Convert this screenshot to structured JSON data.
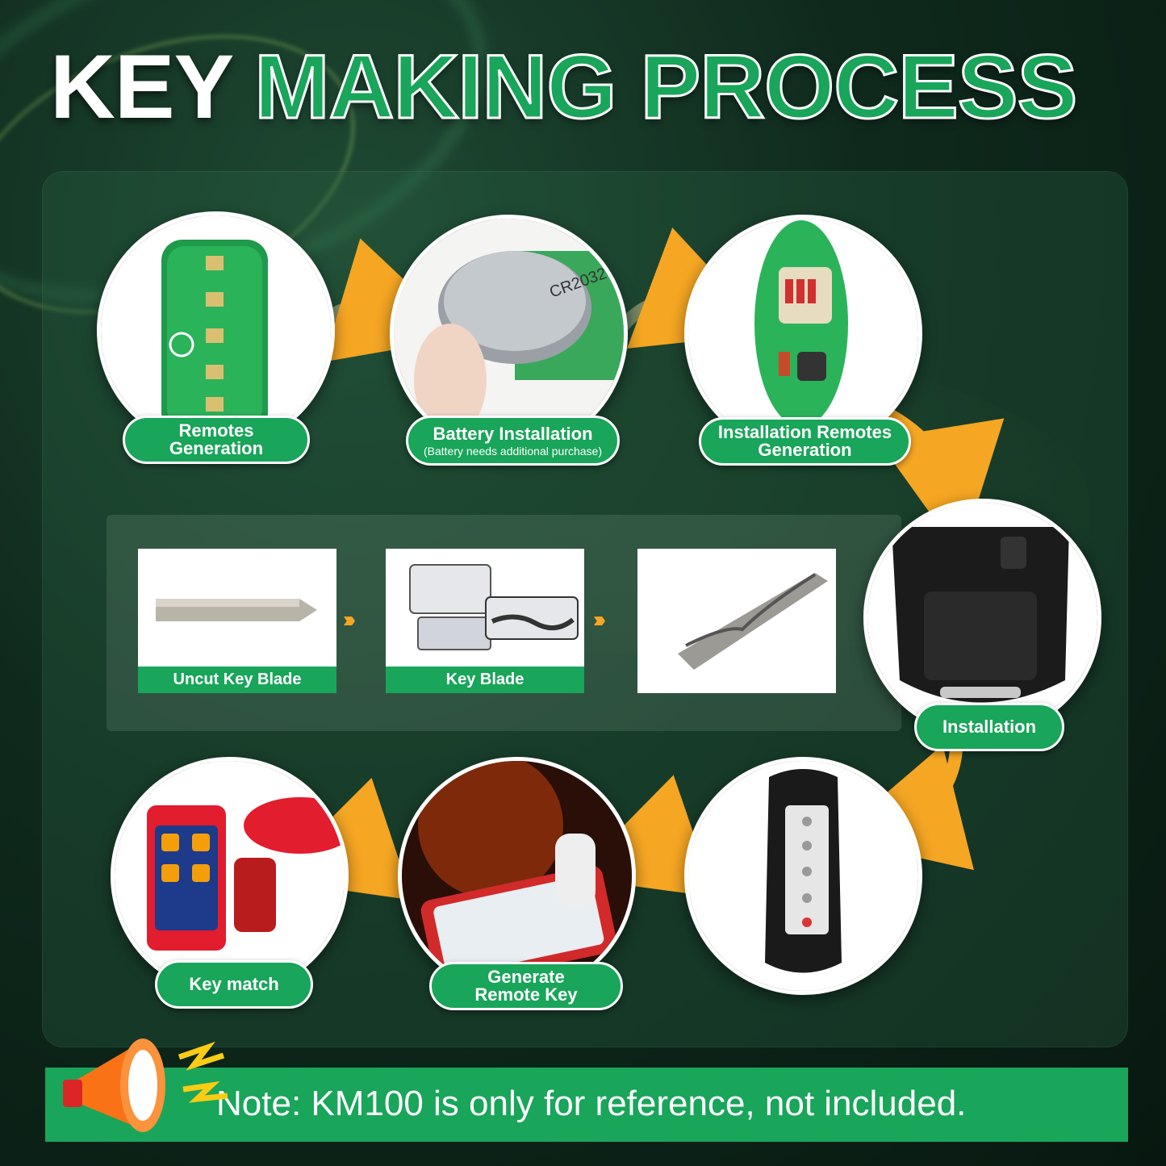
{
  "title": {
    "word1": "KEY",
    "word2": "MAKING PROCESS"
  },
  "steps": {
    "remotes_generation": {
      "line1": "Remotes",
      "line2": "Generation"
    },
    "battery_installation": {
      "line1": "Battery Installation",
      "note": "(Battery needs additional purchase)"
    },
    "installation_remotes_generation": {
      "line1": "Installation Remotes",
      "line2": "Generation"
    },
    "installation": "Installation",
    "generate_remote_key": {
      "line1": "Generate",
      "line2": "Remote Key"
    },
    "key_match": "Key match"
  },
  "blade_cards": {
    "uncut": "Uncut Key Blade",
    "key_blade": "Key Blade"
  },
  "battery_marking": "CR2032",
  "note": "Note: KM100 is only for reference, not included.",
  "colors": {
    "accent_green": "#19a55a",
    "arrow_orange": "#f5a623",
    "background": "#0f2a1d"
  },
  "icons": [
    "circuit-board-icon",
    "coin-battery-icon",
    "key-shell-icon",
    "smart-key-icon",
    "diagnostic-tablet-icon",
    "megaphone-icon",
    "chevron-right-icon"
  ]
}
